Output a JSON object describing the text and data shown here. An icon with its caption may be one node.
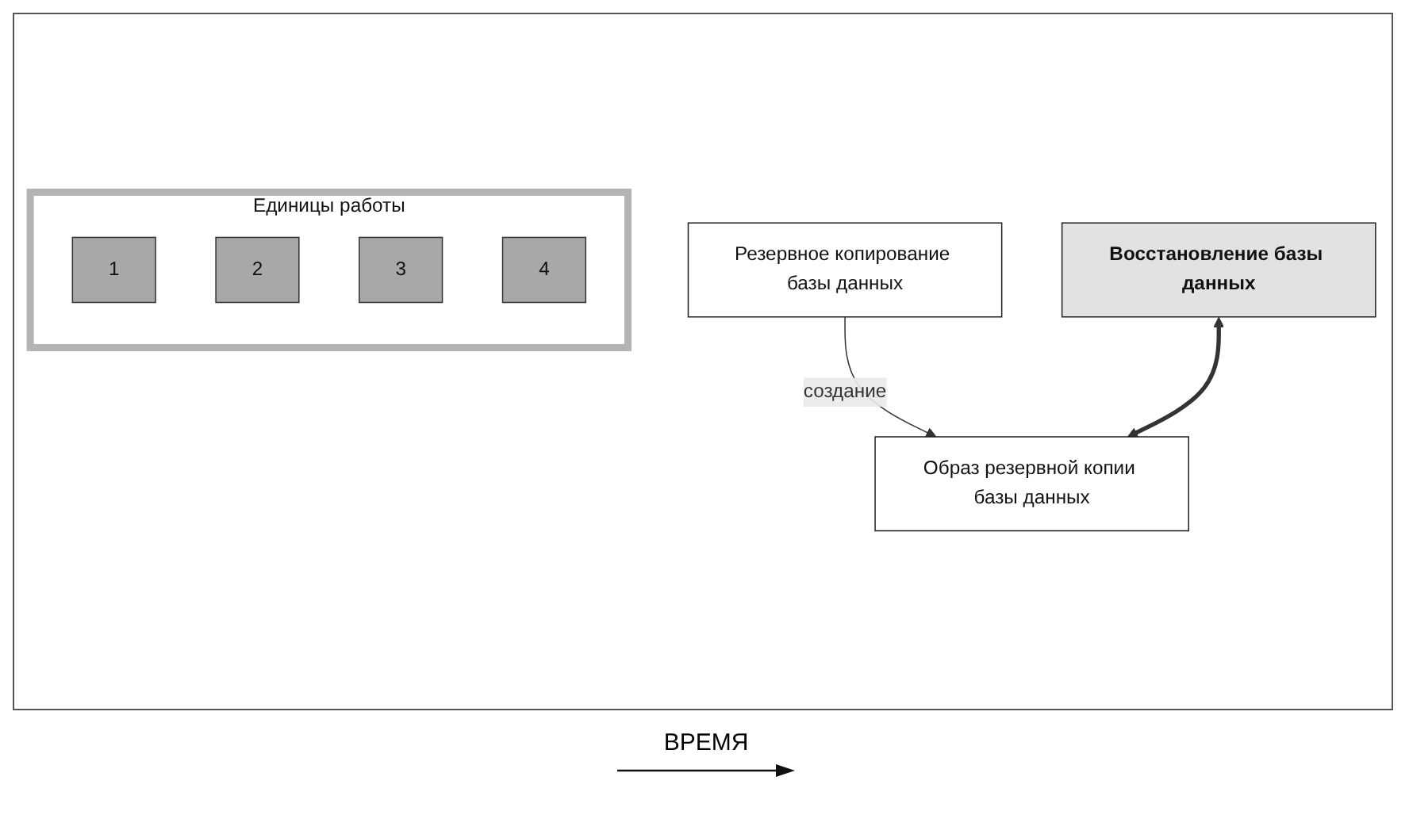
{
  "diagram": {
    "nodes": [
      {
        "text": [
          "Резервное копирование базы данных"
        ]
      },
      {
        "text": [
          "Единицы работы"
        ]
      },
      {
        "text": [
          "1"
        ],
        "in": 1
      },
      {
        "text": [
          "2"
        ],
        "in": 1
      },
      {
        "text": [
          "3"
        ],
        "in": 1
      },
      {
        "text": [
          "4"
        ],
        "in": 1
      },
      {
        "text": [
          "Восстановление базы данных"
        ]
      },
      {
        "text": [
          "Образ резервной копии базы данных"
        ]
      }
    ],
    "edges": [
      {
        "from": 0,
        "to": 7,
        "arrow": "to",
        "label": "создание"
      },
      {
        "from": 6,
        "to": 7,
        "arrow": "both",
        "style": "thick"
      }
    ],
    "labels": [
      "ВРЕМЯ"
    ]
  }
}
